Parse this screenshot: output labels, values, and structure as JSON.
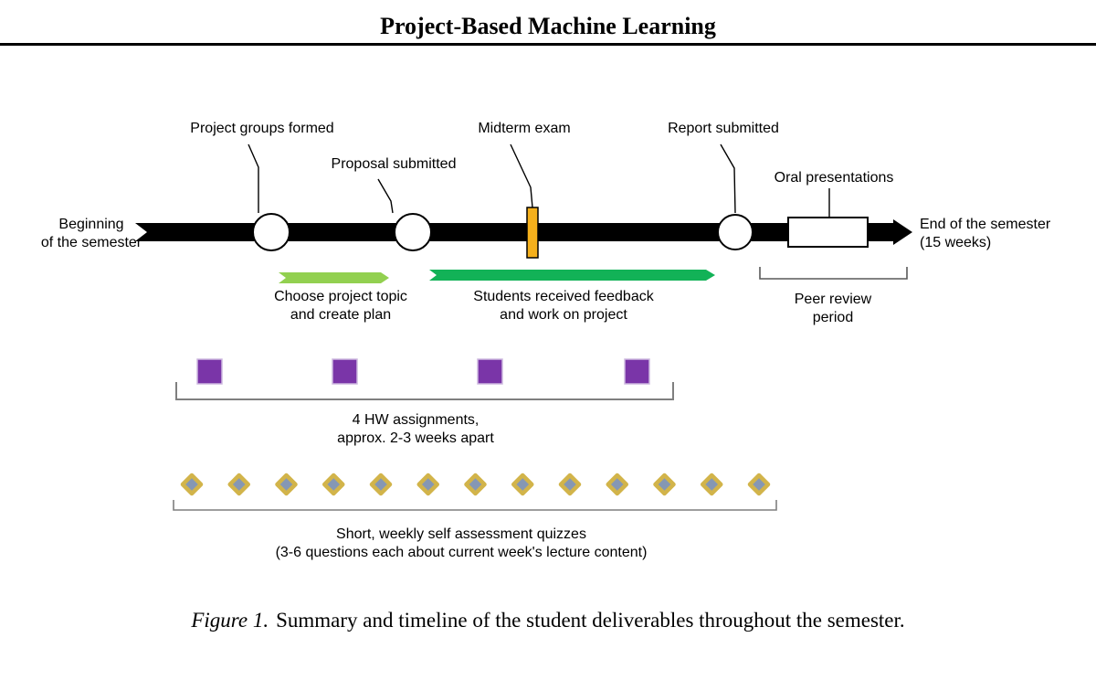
{
  "header": {
    "title": "Project-Based Machine Learning"
  },
  "caption": {
    "label": "Figure 1.",
    "text": "Summary and timeline of the student deliverables throughout the semester."
  },
  "timeline": {
    "start": {
      "line1": "Beginning",
      "line2": "of the semester"
    },
    "end": {
      "line1": "End of the semester",
      "line2": "(15 weeks)"
    },
    "milestones": {
      "project_groups": "Project groups formed",
      "proposal": "Proposal submitted",
      "midterm": "Midterm exam",
      "report": "Report submitted",
      "oral": "Oral presentations"
    }
  },
  "phases": {
    "choose": {
      "line1": "Choose project topic",
      "line2": "and create plan"
    },
    "feedback": {
      "line1": "Students received feedback",
      "line2": "and work on project"
    },
    "peer_review": {
      "line1": "Peer review",
      "line2": "period"
    }
  },
  "deliverables": {
    "homework": {
      "count": 4,
      "line1": "4 HW assignments,",
      "line2": "approx. 2-3 weeks apart"
    },
    "quizzes": {
      "count": 13,
      "line1": "Short, weekly self assessment quizzes",
      "line2": "(3-6 questions each about current week's lecture content)"
    }
  },
  "colors": {
    "timeline": "#000000",
    "midterm_bar": "#F5B01C",
    "light_green": "#92D050",
    "dark_green": "#12B257",
    "homework_purple": "#7A35A8",
    "quiz_fill": "#8597B4",
    "quiz_border": "#D2B44A",
    "bracket_gray": "#7F7F7F",
    "bracket_dark": "#595959"
  }
}
